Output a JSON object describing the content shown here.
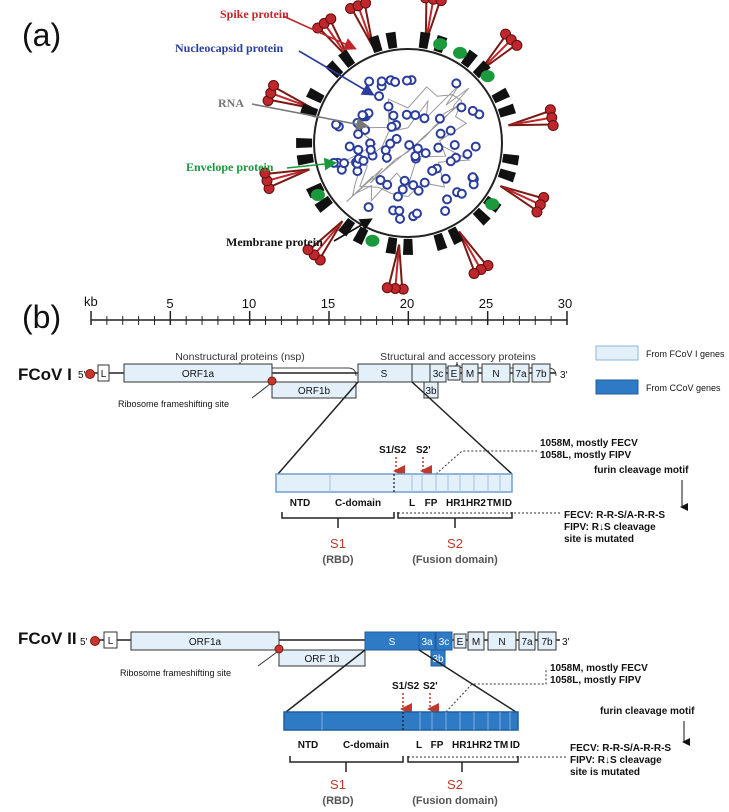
{
  "panel_a": {
    "label": "(a)",
    "callouts": {
      "spike": "Spike protein",
      "nucleocapsid": "Nucleocapsid protein",
      "rna": "RNA",
      "envelope": "Envelope protein",
      "membrane": "Membrane protein"
    },
    "colors": {
      "spike": "#c0262d",
      "nucleocapsid": "#2b3d9c",
      "rna": "#777777",
      "envelope": "#1a9a3c",
      "membrane": "#111111"
    }
  },
  "panel_b": {
    "label": "(b)",
    "scale": {
      "unit": "kb",
      "ticks": [
        "5",
        "10",
        "15",
        "20",
        "25",
        "30"
      ]
    },
    "legend": {
      "fcov1": "From FCoV I genes",
      "ccov": "From CCoV  genes"
    },
    "colors": {
      "fcov1_fill": "#e3f0fa",
      "ccov_fill": "#2f7ac4",
      "cleavage": "#c0392b"
    },
    "fcov1": {
      "name": "FCoV I",
      "nsp_label": "Nonstructural proteins (nsp)",
      "sap_label": "Structural and accessory proteins",
      "five": "5'",
      "three": "3'",
      "genes": {
        "L": "L",
        "orf1a": "ORF1a",
        "orf1b": "ORF1b",
        "S": "S",
        "g3c": "3c",
        "E": "E",
        "M": "M",
        "N": "N",
        "g7a": "7a",
        "g7b": "7b",
        "g3b": "3b"
      },
      "ribosome": "Ribosome frameshifting site",
      "cleave1": "S1/S2",
      "cleave2": "S2'",
      "mut1": "1058M, mostly FECV",
      "mut2": "1058L, mostly FIPV",
      "domains": {
        "ntd": "NTD",
        "cdomain": "C-domain",
        "l": "L",
        "fp": "FP",
        "hr1": "HR1",
        "hr2": "HR2",
        "tm": "TM",
        "id": "ID"
      },
      "furin_title": "furin cleavage motif",
      "fecv": "FECV: R-R-S/A-R-R-S",
      "fipv": "FIPV:  R↓S  cleavage",
      "fipv2": "site is mutated",
      "s1": "S1",
      "s1_sub": "(RBD)",
      "s2": "S2",
      "s2_sub": "(Fusion domain)"
    },
    "fcov2": {
      "name": "FCoV II",
      "five": "5'",
      "three": "3'",
      "genes": {
        "L": "L",
        "orf1a": "ORF1a",
        "orf1b": "ORF 1b",
        "S": "S",
        "g3a": "3a",
        "g3c": "3c",
        "E": "E",
        "M": "M",
        "N": "N",
        "g7a": "7a",
        "g7b": "7b",
        "g3b": "3b"
      },
      "ribosome": "Ribosome frameshifting site",
      "cleave1": "S1/S2",
      "cleave2": "S2'",
      "mut1": "1058M, mostly FECV",
      "mut2": "1058L, mostly FIPV",
      "domains": {
        "ntd": "NTD",
        "cdomain": "C-domain",
        "l": "L",
        "fp": "FP",
        "hr1": "HR1",
        "hr2": "HR2",
        "tm": "TM",
        "id": "ID"
      },
      "furin_title": "furin cleavage motif",
      "fecv": "FECV: R-R-S/A-R-R-S",
      "fipv": "FIPV:  R↓S  cleavage",
      "fipv2": "site is mutated",
      "s1": "S1",
      "s1_sub": "(RBD)",
      "s2": "S2",
      "s2_sub": "(Fusion domain)"
    }
  }
}
